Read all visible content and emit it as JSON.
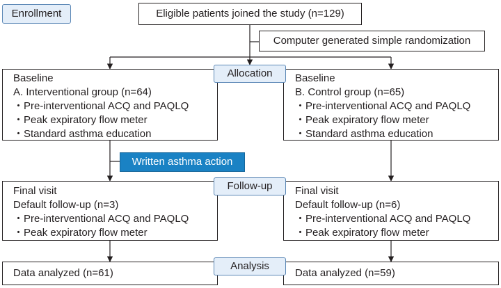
{
  "enrollment_label": "Enrollment",
  "eligible": "Eligible patients joined the study (n=129)",
  "randomization": "Computer generated simple randomization",
  "stages": {
    "allocation": "Allocation",
    "followup": "Follow-up",
    "analysis": "Analysis"
  },
  "intervention_label": "Written asthma action",
  "left": {
    "baseline": {
      "title": "Baseline",
      "group": "A. Interventional group (n=64)",
      "items": [
        "・Pre-interventional ACQ and PAQLQ",
        "・Peak expiratory flow meter",
        "・Standard asthma education"
      ]
    },
    "final": {
      "title": "Final visit",
      "default": "Default follow-up (n=3)",
      "items": [
        "・Pre-interventional ACQ and PAQLQ",
        "・Peak expiratory flow meter"
      ]
    },
    "analyzed": "Data analyzed (n=61)"
  },
  "right": {
    "baseline": {
      "title": "Baseline",
      "group": "B. Control group (n=65)",
      "items": [
        "・Pre-interventional ACQ and PAQLQ",
        "・Peak expiratory flow meter",
        "・Standard asthma education"
      ]
    },
    "final": {
      "title": "Final visit",
      "default": "Default follow-up (n=6)",
      "items": [
        "・Pre-interventional ACQ and PAQLQ",
        "・Peak expiratory flow meter"
      ]
    },
    "analyzed": "Data analyzed (n=59)"
  }
}
